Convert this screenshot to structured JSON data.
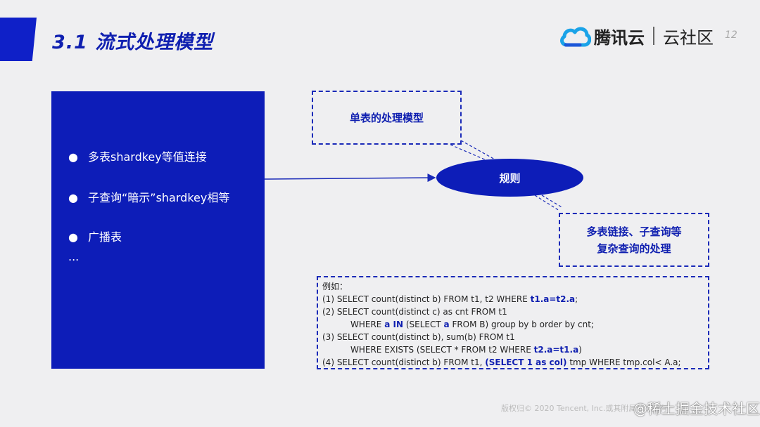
{
  "header": {
    "title": "3.1   流式处理模型",
    "brand": "腾讯云",
    "community": "云社区",
    "page_number": "12"
  },
  "left_panel": {
    "items": [
      "多表shardkey等值连接",
      "子查询“暗示”shardkey相等",
      "广播表"
    ],
    "ellipsis": "..."
  },
  "diagram": {
    "single_table": "单表的处理模型",
    "rule": "规则",
    "complex_line1": "多表链接、子查询等",
    "complex_line2": "复杂查询的处理"
  },
  "examples": {
    "heading": "例如：",
    "l1_pre": "(1) SELECT count(distinct b) FROM t1, t2 WHERE ",
    "l1_kw": "t1.a=t2.a",
    "l1_post": ";",
    "l2": "(2) SELECT count(distinct c) as cnt FROM t1",
    "l3_pre": "WHERE ",
    "l3_kw1": "a  IN",
    "l3_mid": " (SELECT ",
    "l3_kw2": "a",
    "l3_post": " FROM B) group by b order by cnt;",
    "l4": "(3) SELECT count(distinct b), sum(b) FROM t1",
    "l5_pre": "WHERE EXISTS (SELECT * FROM t2 WHERE ",
    "l5_kw": "t2.a=t1.a",
    "l5_post": ")",
    "l6_pre": "(4) SELECT count(distinct b) FROM t1, ",
    "l6_kw": "(SELECT 1 as col)",
    "l6_post": " tmp WHERE tmp.col< A.a;"
  },
  "footer": {
    "copyright": "版权归© 2020 Tencent, Inc.或其附属公司所有",
    "watermark": "@稀土掘金技术社区"
  },
  "colors": {
    "primary_blue": "#0d1db8",
    "background": "#efeff1"
  }
}
